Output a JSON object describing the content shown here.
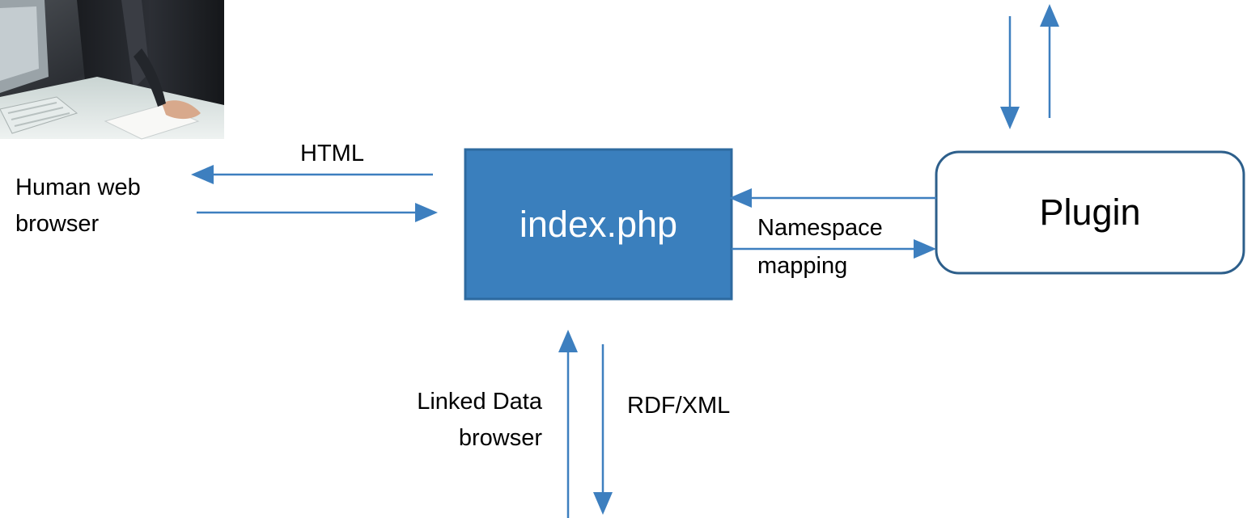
{
  "nodes": {
    "index": {
      "label": "index.php",
      "fill": "#3a7fbd",
      "stroke": "#2d6a9f",
      "text_color": "#ffffff"
    },
    "plugin": {
      "label": "Plugin",
      "fill": "#ffffff",
      "stroke": "#2d5f8b",
      "text_color": "#000000"
    }
  },
  "labels": {
    "html": "HTML",
    "human_line1": "Human web",
    "human_line2": "browser",
    "namespace_line1": "Namespace",
    "namespace_line2": "mapping",
    "linked_line1": "Linked Data",
    "linked_line2": "browser",
    "rdf": "RDF/XML"
  },
  "colors": {
    "arrow": "#3d7fbf"
  },
  "image": {
    "subject": "person-at-computer-photo"
  }
}
